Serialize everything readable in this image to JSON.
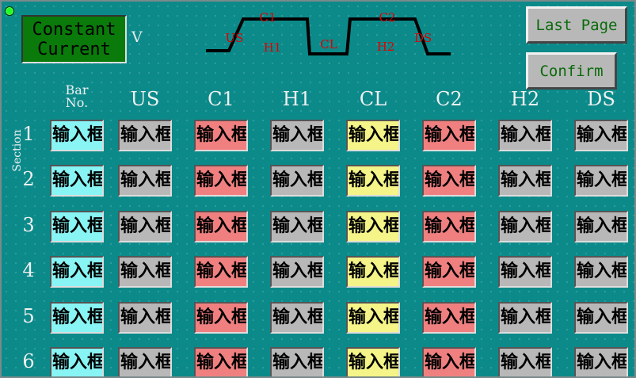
{
  "mode": {
    "line1": "Constant",
    "line2": "Current"
  },
  "unit": "V",
  "waveform": {
    "labels": [
      "C1",
      "US",
      "H1",
      "CL",
      "C2",
      "H2",
      "DS"
    ]
  },
  "buttons": {
    "last_page": "Last Page",
    "confirm": "Confirm"
  },
  "columns": [
    {
      "label_line1": "Bar",
      "label_line2": "No.",
      "color": "cyan"
    },
    {
      "label": "US",
      "color": "gray"
    },
    {
      "label": "C1",
      "color": "red"
    },
    {
      "label": "H1",
      "color": "gray"
    },
    {
      "label": "CL",
      "color": "yellow"
    },
    {
      "label": "C2",
      "color": "red"
    },
    {
      "label": "H2",
      "color": "gray"
    },
    {
      "label": "DS",
      "color": "gray"
    }
  ],
  "section_label": "Section",
  "rows": [
    "1",
    "2",
    "3",
    "4",
    "5",
    "6"
  ],
  "cell_placeholder": "输入框",
  "colors": {
    "background": "#0c8a8a",
    "cyan": "#88f4f4",
    "gray": "#b8b8b8",
    "red": "#f08080",
    "yellow": "#f4f488",
    "waveform_label": "#e00000",
    "mode_box": "#0a7a0a",
    "button_text": "#0a6a0a"
  }
}
